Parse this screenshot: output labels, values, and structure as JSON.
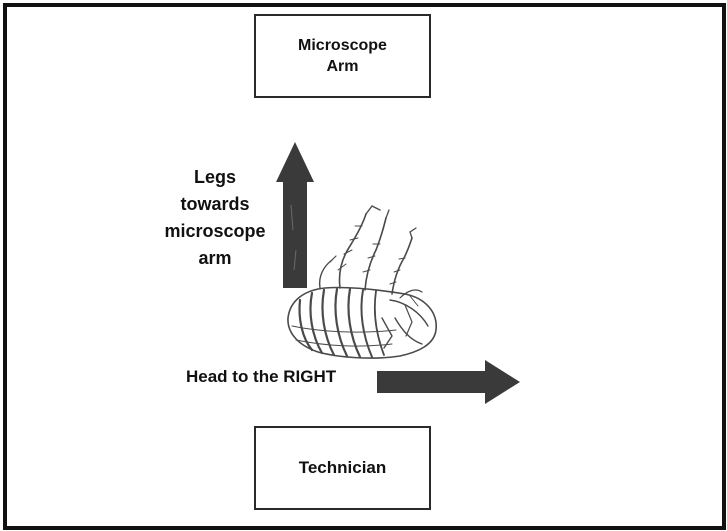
{
  "top_box": {
    "line1": "Microscope",
    "line2": "Arm"
  },
  "bottom_box": {
    "label": "Technician"
  },
  "legs_label": {
    "line1": "Legs",
    "line2": "towards",
    "line3": "microscope",
    "line4": "arm"
  },
  "head_label": "Head to the RIGHT",
  "colors": {
    "arrow": "#3a3a3a",
    "border": "#111111",
    "text": "#111111"
  }
}
